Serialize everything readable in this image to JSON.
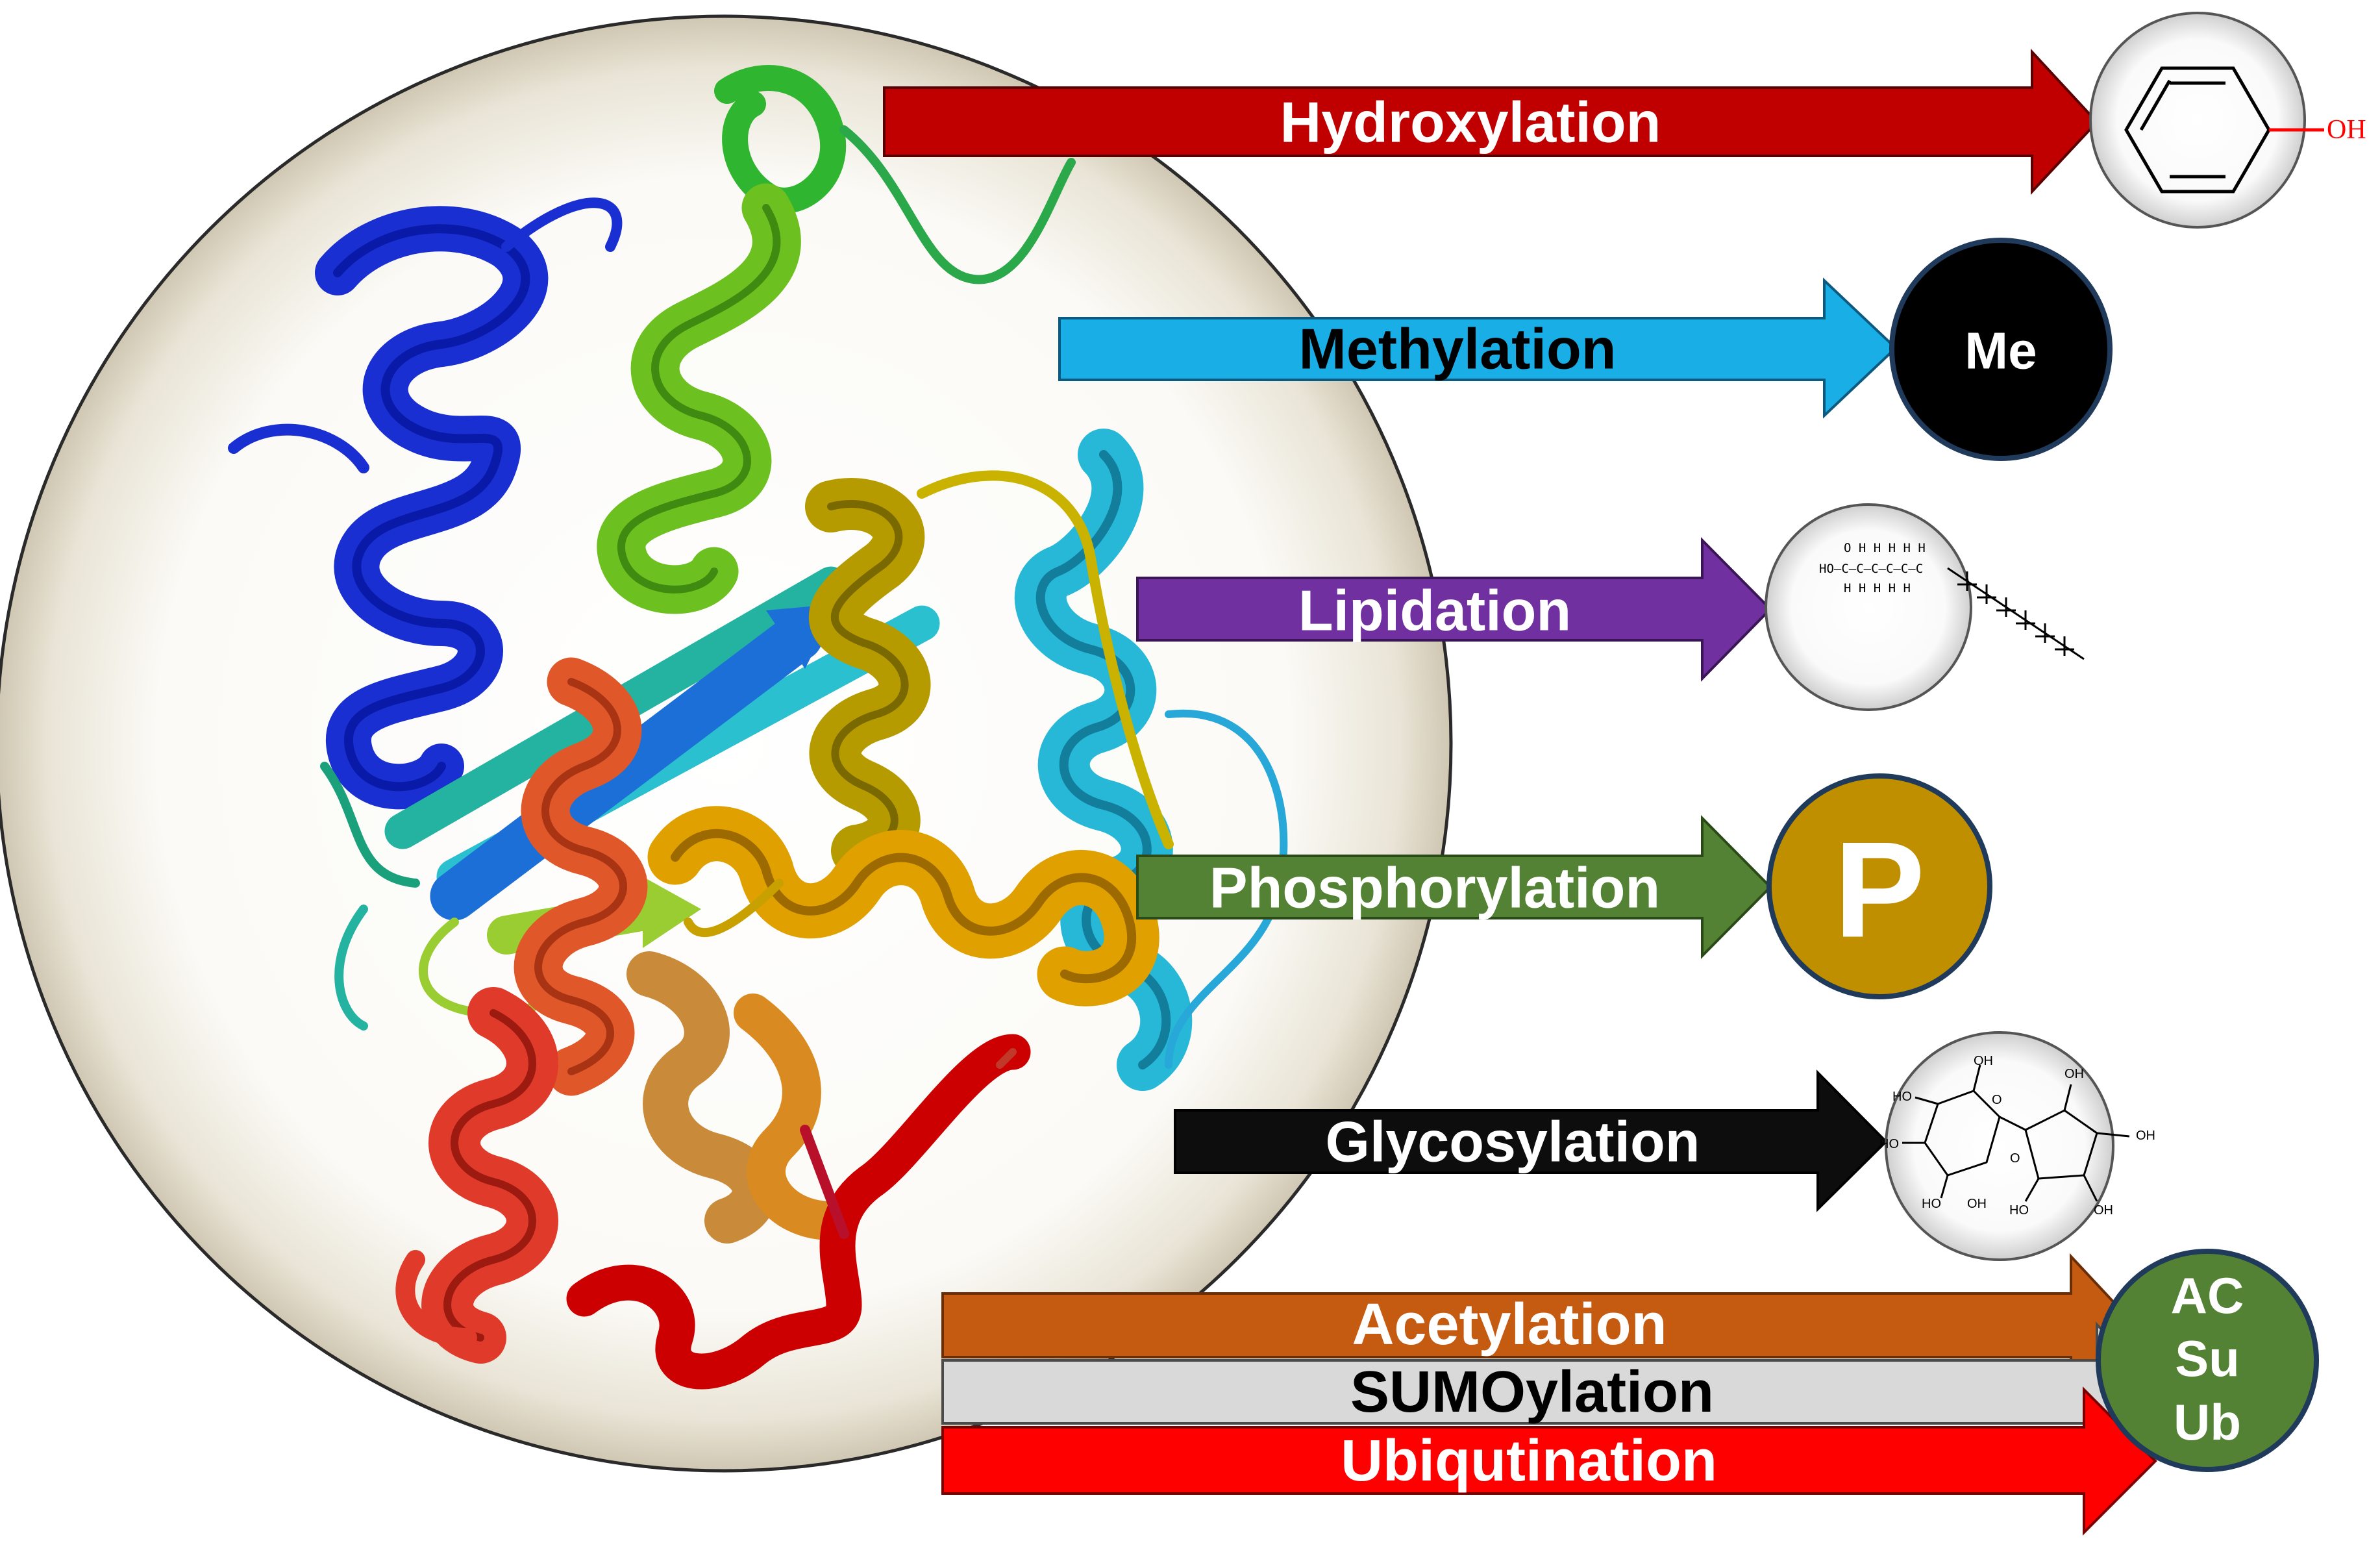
{
  "arrows": [
    {
      "label": "Hydroxylation",
      "color": "#c00000",
      "text_color": "#ffffff"
    },
    {
      "label": "Methylation",
      "color": "#1aaee6",
      "text_color": "#000000"
    },
    {
      "label": "Lipidation",
      "color": "#7030a0",
      "text_color": "#ffffff"
    },
    {
      "label": "Phosphorylation",
      "color": "#548235",
      "text_color": "#ffffff"
    },
    {
      "label": "Glycosylation",
      "color": "#0d0d0d",
      "text_color": "#ffffff"
    },
    {
      "label": "Acetylation",
      "color": "#c55a11",
      "text_color": "#ffffff"
    },
    {
      "label": "SUMOylation",
      "color": "#d9d9d9",
      "text_color": "#000000"
    },
    {
      "label": "Ubiqutination",
      "color": "#ff0000",
      "text_color": "#ffffff"
    }
  ],
  "badges": {
    "hydroxyl": {
      "oh_label": "OH",
      "oh_color": "#ff0000"
    },
    "methyl": {
      "label": "Me",
      "color": "#000000"
    },
    "lipid": {
      "chain_top": "O H H H H H",
      "chain_mid": "HO–C–C–C–C–C–C",
      "chain_bot": "H H H H H"
    },
    "phospho": {
      "label": "P",
      "color": "#bf8f00"
    },
    "glyco": {
      "oh_labels": [
        "OH",
        "HO",
        "HO",
        "HO",
        "OH",
        "O",
        "O",
        "OH",
        "OH",
        "HO",
        "OH"
      ]
    },
    "combined": {
      "lines": [
        "AC",
        "Su",
        "Ub"
      ],
      "color": "#548235"
    }
  },
  "protein": {
    "icon": "protein-ribbon-structure"
  }
}
